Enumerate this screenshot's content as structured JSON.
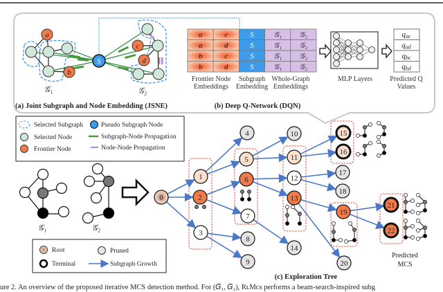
{
  "panel_a": {
    "title": "(a) Joint Subgraph and Node Embedding (JSNE)",
    "pseudo_node": "S",
    "frontier_g1": [
      "a",
      "b"
    ],
    "frontier_g2": [
      "c",
      "d"
    ],
    "g1_label": "𝒢₁",
    "g2_label": "𝒢₂"
  },
  "panel_b": {
    "title": "(b) Deep Q-Network (DQN)",
    "table_rows": [
      [
        "a",
        "c",
        "S",
        "𝒢₁",
        "𝒢₂"
      ],
      [
        "a",
        "d",
        "S",
        "𝒢₁",
        "𝒢₂"
      ],
      [
        "b",
        "c",
        "S",
        "𝒢₁",
        "𝒢₂"
      ],
      [
        "b",
        "d",
        "S",
        "𝒢₁",
        "𝒢₂"
      ]
    ],
    "col_labels": {
      "frontier": [
        "Frontier Node",
        "Embeddings"
      ],
      "subgraph": [
        "Subgraph",
        "Embedding"
      ],
      "whole": [
        "Whole-Graph",
        "Embeddings"
      ]
    },
    "mlp_label": "MLP Layers",
    "q_values": [
      "q_ac",
      "q_ad",
      "q_bc",
      "q_bd"
    ],
    "q_label": [
      "Predicted Q",
      "Values"
    ]
  },
  "legend_top": {
    "selected_subgraph": "Selected Subgraph",
    "pseudo_node": "Pseudo Subgraph Node",
    "selected_node": "Selected Node",
    "subgraph_node_prop": "Subgraph-Node Propagation",
    "frontier_node": "Frontier Node",
    "node_node_prop": "Node-Node Propagation"
  },
  "lower_graphs": {
    "g1_label": "𝒢₁",
    "g2_label": "𝒢₂"
  },
  "legend_bottom": {
    "root": "Root",
    "pruned": "Pruned",
    "terminal": "Terminal",
    "growth": "Subgraph Growth"
  },
  "tree": {
    "title": "(c) Exploration Tree",
    "predicted_label": [
      "Predicted",
      "MCS"
    ],
    "nodes": [
      {
        "id": "0",
        "type": "root"
      },
      {
        "id": "1",
        "type": "beam"
      },
      {
        "id": "2",
        "type": "selected"
      },
      {
        "id": "3",
        "type": "plain"
      },
      {
        "id": "4",
        "type": "pruned"
      },
      {
        "id": "5",
        "type": "beam"
      },
      {
        "id": "6",
        "type": "selected"
      },
      {
        "id": "7",
        "type": "plain"
      },
      {
        "id": "8",
        "type": "pruned"
      },
      {
        "id": "9",
        "type": "pruned"
      },
      {
        "id": "10",
        "type": "pruned"
      },
      {
        "id": "11",
        "type": "beam"
      },
      {
        "id": "12",
        "type": "plain"
      },
      {
        "id": "13",
        "type": "selected"
      },
      {
        "id": "14",
        "type": "pruned"
      },
      {
        "id": "15",
        "type": "beam-terminal"
      },
      {
        "id": "16",
        "type": "beam-terminal"
      },
      {
        "id": "17",
        "type": "pruned"
      },
      {
        "id": "18",
        "type": "pruned"
      },
      {
        "id": "19",
        "type": "selected"
      },
      {
        "id": "20",
        "type": "pruned"
      },
      {
        "id": "21",
        "type": "selected-terminal"
      },
      {
        "id": "22",
        "type": "selected-terminal"
      }
    ],
    "edges": [
      [
        "0",
        "1"
      ],
      [
        "0",
        "2"
      ],
      [
        "0",
        "3"
      ],
      [
        "1",
        "4"
      ],
      [
        "1",
        "5"
      ],
      [
        "2",
        "6"
      ],
      [
        "2",
        "7"
      ],
      [
        "3",
        "8"
      ],
      [
        "3",
        "9"
      ],
      [
        "5",
        "10"
      ],
      [
        "5",
        "11"
      ],
      [
        "6",
        "12"
      ],
      [
        "6",
        "13"
      ],
      [
        "7",
        "14"
      ],
      [
        "11",
        "15"
      ],
      [
        "11",
        "16"
      ],
      [
        "12",
        "17"
      ],
      [
        "12",
        "18"
      ],
      [
        "13",
        "19"
      ],
      [
        "13",
        "20"
      ],
      [
        "19",
        "21"
      ],
      [
        "19",
        "22"
      ]
    ]
  },
  "caption": "ure 2. An overview of the proposed iterative MCS detection method. For (𝐺₁, 𝐺₂), RʟMᴄs performs a beam-search-inspired subg",
  "colors": {
    "frontier": "#f07b4a",
    "selected": "#cfe8d9",
    "pseudo": "#3d9be9",
    "beam": "#f9dfcc",
    "pruned": "#e4e4e4",
    "root": "#d6a88f",
    "growth_arrow": "#4a78c8",
    "subgraph_prop": "#4a9a3a",
    "node_prop": "#b38ad6",
    "whole_graph": "#d7c0e6",
    "beam_box": "#f04a3a"
  }
}
